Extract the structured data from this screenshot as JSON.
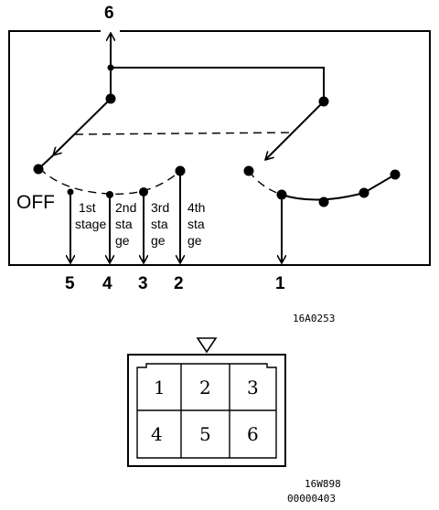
{
  "terminals": {
    "top": "6",
    "bottom": [
      "5",
      "4",
      "3",
      "2"
    ],
    "right": "1"
  },
  "switch_positions": {
    "off": "OFF",
    "stage1": [
      "1st",
      "stage"
    ],
    "stage2": [
      "2nd",
      "sta",
      "ge"
    ],
    "stage3": [
      "3rd",
      "sta",
      "ge"
    ],
    "stage4": [
      "4th",
      "sta",
      "ge"
    ]
  },
  "figure_codes": {
    "schematic": "16A0253",
    "connector": [
      "16W898",
      "00000403"
    ]
  },
  "connector": {
    "pins_row1": [
      "1",
      "2",
      "3"
    ],
    "pins_row2": [
      "4",
      "5",
      "6"
    ]
  }
}
